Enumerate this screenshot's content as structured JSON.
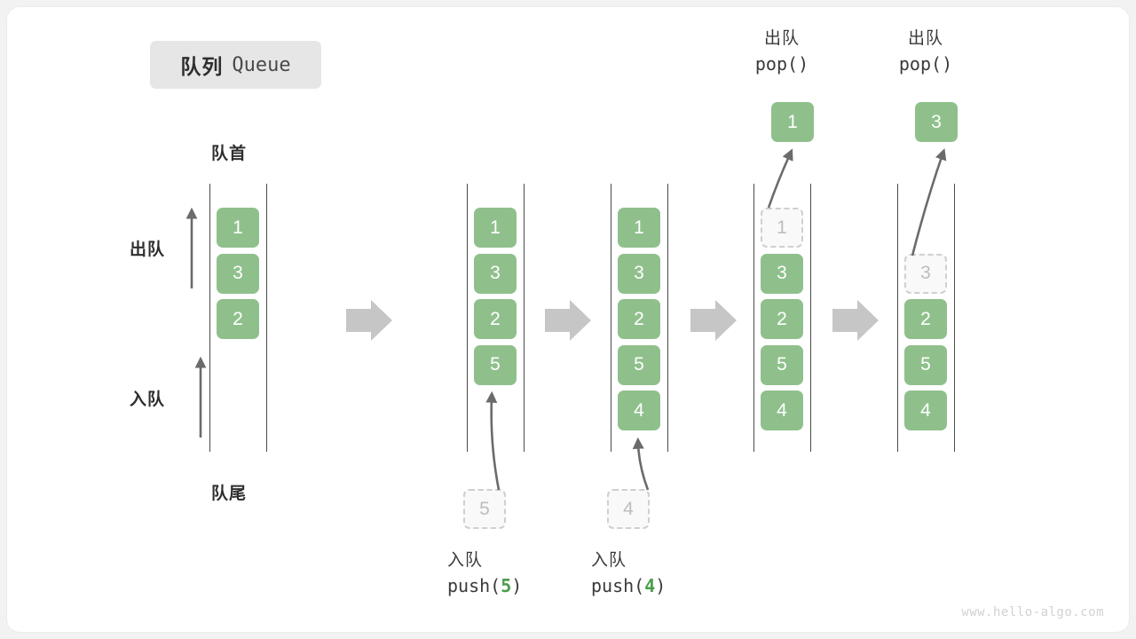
{
  "title": {
    "cn": "队列",
    "en": "Queue"
  },
  "labels": {
    "front": "队首",
    "rear": "队尾",
    "dequeue_arrow": "出队",
    "enqueue_arrow": "入队"
  },
  "colors": {
    "cell_fill": "#8fc08c",
    "cell_text": "#ffffff",
    "ghost_border": "#cfcfcf",
    "ghost_text": "#bdbdbd",
    "rail": "#4a4a4a",
    "transition_arrow": "#c6c6c6",
    "badge_bg": "#e6e6e6",
    "code_number": "#4a9e4a",
    "watermark": "#d2d2d2"
  },
  "watermark": "www.hello-algo.com",
  "steps": [
    {
      "id": "initial",
      "cells": [
        {
          "value": "1",
          "state": "filled"
        },
        {
          "value": "3",
          "state": "filled"
        },
        {
          "value": "2",
          "state": "filled"
        },
        {
          "value": "",
          "state": "empty"
        },
        {
          "value": "",
          "state": "empty"
        },
        {
          "value": "",
          "state": "empty"
        }
      ],
      "caption": null,
      "operand": null,
      "result": null
    },
    {
      "id": "after-push-5",
      "cells": [
        {
          "value": "1",
          "state": "filled"
        },
        {
          "value": "3",
          "state": "filled"
        },
        {
          "value": "2",
          "state": "filled"
        },
        {
          "value": "5",
          "state": "filled"
        },
        {
          "value": "",
          "state": "empty"
        },
        {
          "value": "",
          "state": "empty"
        }
      ],
      "caption": {
        "cn": "入队",
        "code_prefix": "push(",
        "code_num": "5",
        "code_suffix": ")"
      },
      "operand": {
        "value": "5",
        "state": "ghost"
      },
      "result": null
    },
    {
      "id": "after-push-4",
      "cells": [
        {
          "value": "1",
          "state": "filled"
        },
        {
          "value": "3",
          "state": "filled"
        },
        {
          "value": "2",
          "state": "filled"
        },
        {
          "value": "5",
          "state": "filled"
        },
        {
          "value": "4",
          "state": "filled"
        },
        {
          "value": "",
          "state": "empty"
        }
      ],
      "caption": {
        "cn": "入队",
        "code_prefix": "push(",
        "code_num": "4",
        "code_suffix": ")"
      },
      "operand": {
        "value": "4",
        "state": "ghost"
      },
      "result": null
    },
    {
      "id": "after-pop-1",
      "cells": [
        {
          "value": "1",
          "state": "ghost"
        },
        {
          "value": "3",
          "state": "filled"
        },
        {
          "value": "2",
          "state": "filled"
        },
        {
          "value": "5",
          "state": "filled"
        },
        {
          "value": "4",
          "state": "filled"
        },
        {
          "value": "",
          "state": "empty"
        }
      ],
      "caption": {
        "cn": "出队",
        "code_prefix": "pop(",
        "code_num": "",
        "code_suffix": ")"
      },
      "operand": null,
      "result": {
        "value": "1",
        "state": "filled"
      }
    },
    {
      "id": "after-pop-3",
      "cells": [
        {
          "value": "",
          "state": "empty"
        },
        {
          "value": "3",
          "state": "ghost"
        },
        {
          "value": "2",
          "state": "filled"
        },
        {
          "value": "5",
          "state": "filled"
        },
        {
          "value": "4",
          "state": "filled"
        },
        {
          "value": "",
          "state": "empty"
        }
      ],
      "caption": {
        "cn": "出队",
        "code_prefix": "pop(",
        "code_num": "",
        "code_suffix": ")"
      },
      "operand": null,
      "result": {
        "value": "3",
        "state": "filled"
      }
    }
  ]
}
